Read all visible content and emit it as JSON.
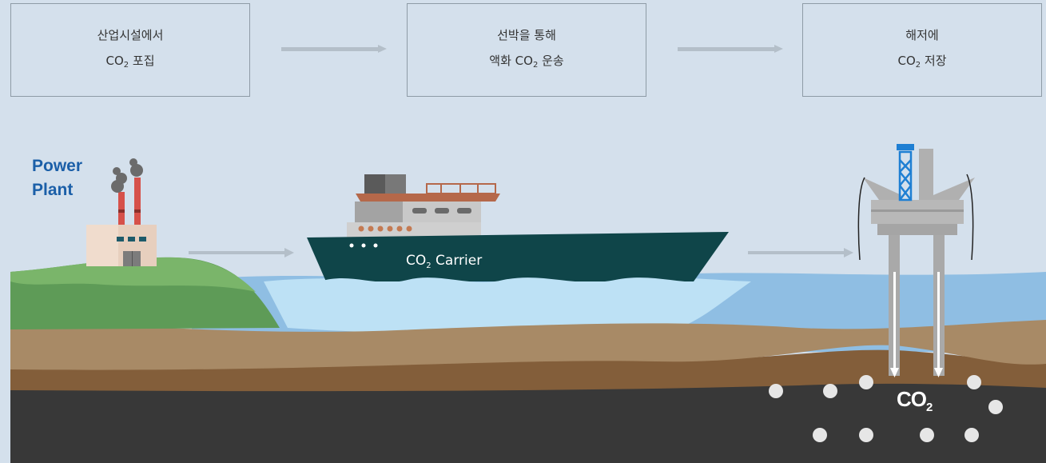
{
  "steps": [
    {
      "line1": "산업시설에서",
      "co2": "CO",
      "sub": "2",
      "rest": "포집"
    },
    {
      "line1": "선박을 통해",
      "prefix": "액화",
      "co2": "CO",
      "sub": "2",
      "rest": "운송"
    },
    {
      "line1": "해저에",
      "co2": "CO",
      "sub": "2",
      "rest": "저장"
    }
  ],
  "labels": {
    "power_plant_1": "Power",
    "power_plant_2": "Plant",
    "ship_co2": "CO",
    "ship_sub": "2",
    "ship_rest": "Carrier",
    "storage_co2": "CO",
    "storage_sub": "2"
  },
  "colors": {
    "background": "#d4e0ec",
    "ship_hull": "#0f4549",
    "sea": "#8fbee3",
    "land": "#6aa85a",
    "soil": "#a88a66",
    "rock": "#3a3a3a",
    "label_blue": "#1b5fa8"
  }
}
